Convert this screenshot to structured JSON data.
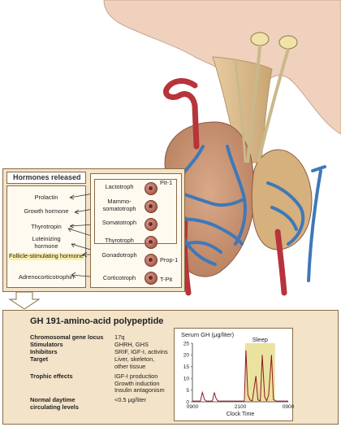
{
  "hormones_panel": {
    "header": "Hormones released",
    "hormones": [
      "Prolactin",
      "Growth hormone",
      "Thyrotropin",
      "Luteinizing hormone",
      "Follicle-stimulating hormone",
      "Adrenocorticotrophin"
    ],
    "cells": [
      "Lactotroph",
      "Mammo-somatotroph",
      "Somatotroph",
      "Thyrotroph",
      "Gonadotroph",
      "Corticotroph"
    ],
    "transcription_factors": [
      "Pit-1",
      "Prop-1",
      "T-Pit"
    ]
  },
  "gh_panel": {
    "title": "GH 191-amino-acid polypeptide",
    "rows": [
      {
        "label": "Chromosomal gene locus",
        "value": "17q"
      },
      {
        "label": "Stimulators",
        "value": "GHRH, GHS"
      },
      {
        "label": "Inhibitors",
        "value": "SRIF, IGF-I, activins"
      },
      {
        "label": "Target",
        "value": "Liver, skeleton, other tissue"
      },
      {
        "label": "Trophic effects",
        "value": "IGF-I production Growth induction Insulin antagonism"
      },
      {
        "label": "Normal daytime circulating levels",
        "value": "<0.5 μg/liter"
      }
    ]
  },
  "colors": {
    "panel_bg": "#f3e3c8",
    "panel_border": "#8a6b45",
    "artery": "#b7343a",
    "vein": "#3f78b8",
    "sleep_band": "#ebe2a0",
    "trace": "#8b1a22"
  },
  "chart_data": {
    "type": "line",
    "title": "Serum GH (μg/liter)",
    "xlabel": "Clock Time",
    "ylabel": "",
    "x_tick_labels": [
      "0900",
      "2100",
      "0900"
    ],
    "y_ticks": [
      0,
      5,
      10,
      15,
      20,
      25
    ],
    "ylim": [
      0,
      25
    ],
    "xlim_hours": [
      0,
      24
    ],
    "annotation": "Sleep",
    "sleep_span_hours": [
      13.2,
      20.7
    ],
    "series": [
      {
        "x_hours": [
          0,
          2,
          2.5,
          3,
          3.5,
          4,
          5,
          5.5,
          5.9,
          6.4,
          7,
          8,
          9,
          10,
          11,
          12,
          13,
          13.4,
          13.9,
          14.4,
          15,
          15.9,
          16.4,
          17,
          17.5,
          18.1,
          18.6,
          19.1,
          19.8,
          20.3,
          20.9,
          22,
          24
        ],
        "y": [
          0.3,
          0.3,
          4,
          1,
          0.3,
          0.3,
          0.3,
          4,
          1.5,
          0.3,
          0.3,
          0.3,
          0.3,
          0.3,
          0.3,
          0.3,
          0.3,
          22,
          3,
          0.8,
          0.4,
          11,
          0.8,
          0.4,
          20,
          2,
          0.5,
          3,
          20,
          1,
          0.3,
          0.3,
          0.3
        ]
      }
    ]
  }
}
